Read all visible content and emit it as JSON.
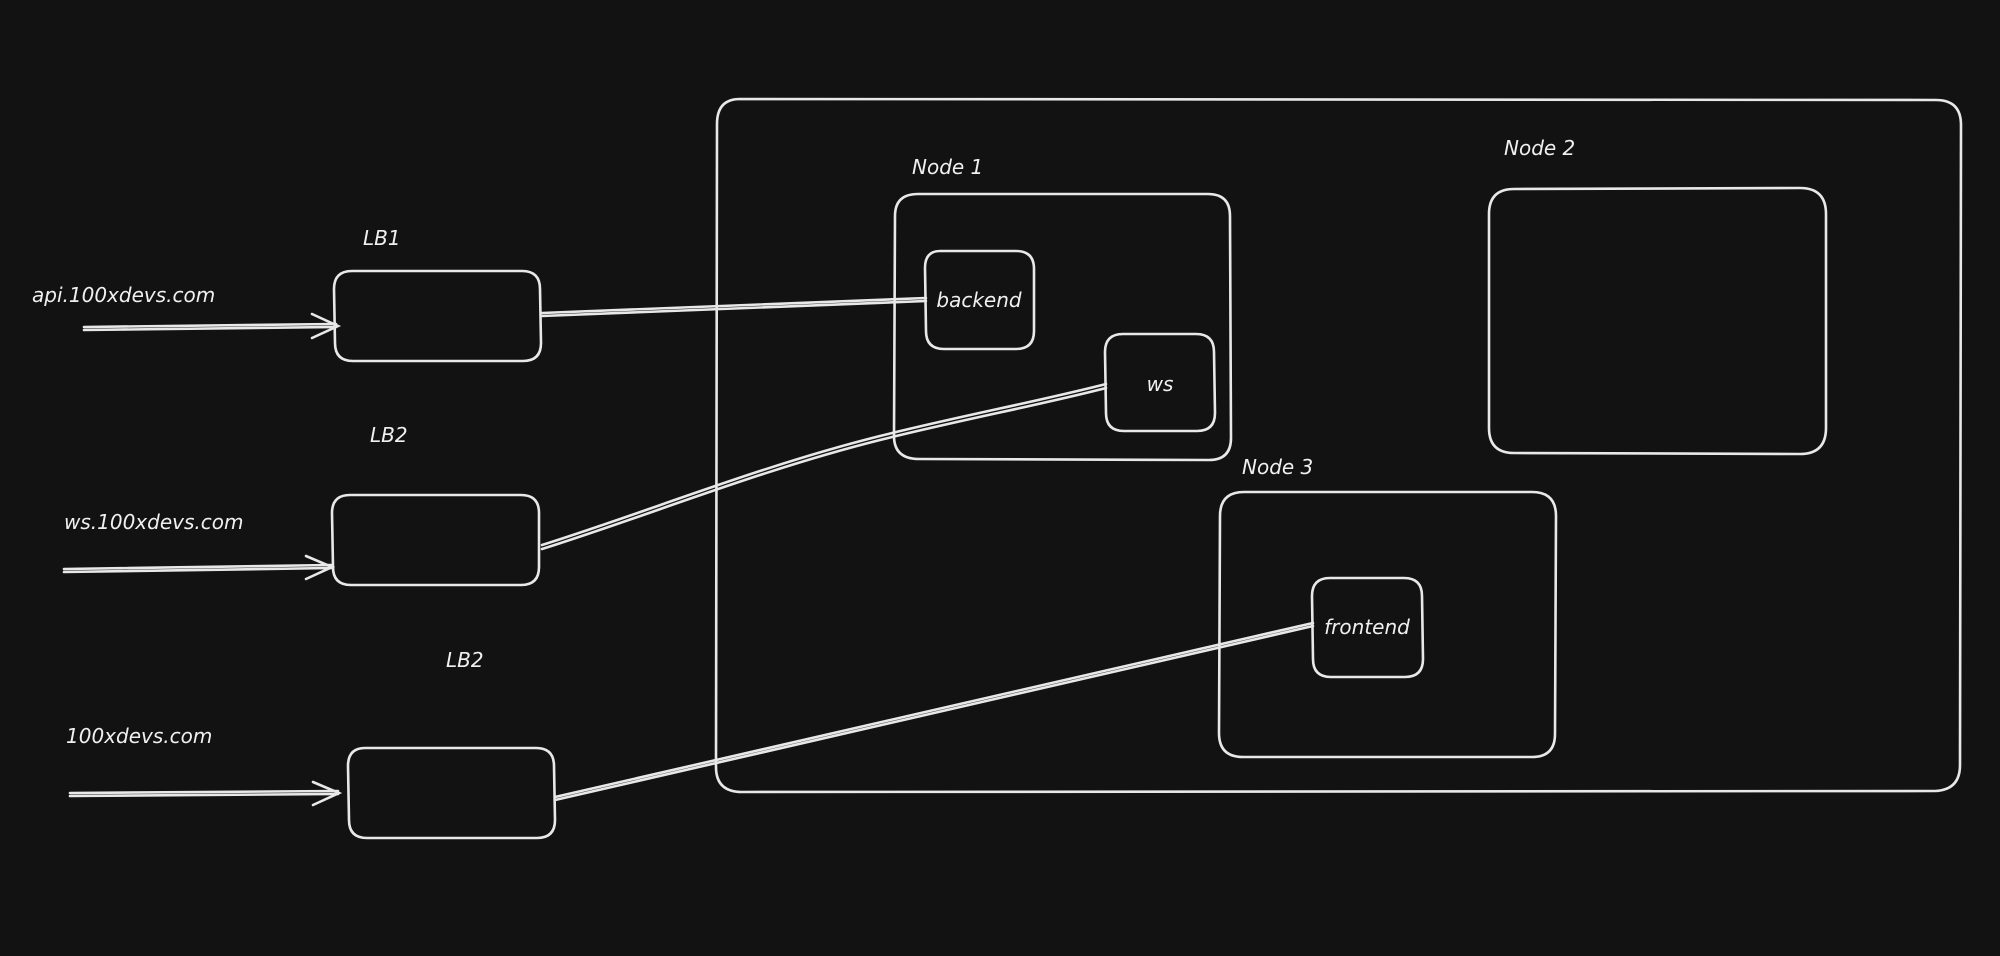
{
  "colors": {
    "background": "#121212",
    "stroke": "#e8e8e8",
    "text": "#f0f0f0"
  },
  "domains": {
    "api": "api.100xdevs.com",
    "ws": "ws.100xdevs.com",
    "root": "100xdevs.com"
  },
  "load_balancers": {
    "lb1": "LB1",
    "lb2": "LB2",
    "lb3": "LB2"
  },
  "nodes": {
    "node1": "Node 1",
    "node2": "Node 2",
    "node3": "Node 3"
  },
  "services": {
    "backend": "backend",
    "ws": "ws",
    "frontend": "frontend"
  }
}
